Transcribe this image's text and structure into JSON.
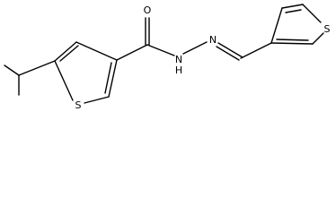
{
  "molecule": {
    "atoms": {
      "s1": "S",
      "o1": "O",
      "n1": "N",
      "h1": "H",
      "n2": "N",
      "s2": "S"
    }
  },
  "colors": {
    "bond": "#000000",
    "text": "#000000",
    "background": "#ffffff"
  }
}
